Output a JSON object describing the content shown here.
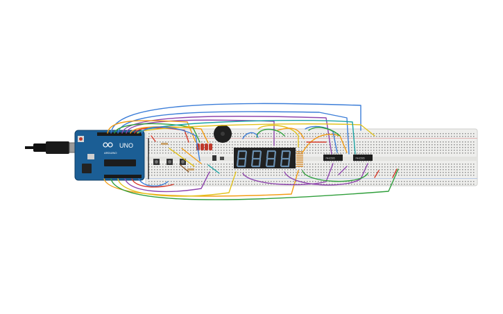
{
  "scene": {
    "board": {
      "logo_text": "UNO",
      "brand_text": "ARDUINO",
      "accent": "#1b5e95",
      "header_color": "#1a1a1a"
    },
    "display": {
      "digits": [
        "8",
        "8",
        "8",
        "8"
      ],
      "segment_color": "#6a8fb0",
      "body_color": "#202020"
    },
    "chips": [
      {
        "label": "74HC595"
      },
      {
        "label": "74HC595"
      }
    ],
    "led_colors": [
      "#c0392b",
      "#c0392b",
      "#c0392b",
      "#c0392b"
    ],
    "buzzer": {
      "color": "#1f1f1f"
    },
    "wire_palette": {
      "blue": "#3b7dd8",
      "purple": "#8e44ad",
      "orange": "#f39c12",
      "green": "#2e9e3a",
      "red": "#d63a2b",
      "yellow": "#e2c21c",
      "teal": "#1aa3a3",
      "black": "#222222",
      "brown": "#8b5a2b"
    }
  }
}
